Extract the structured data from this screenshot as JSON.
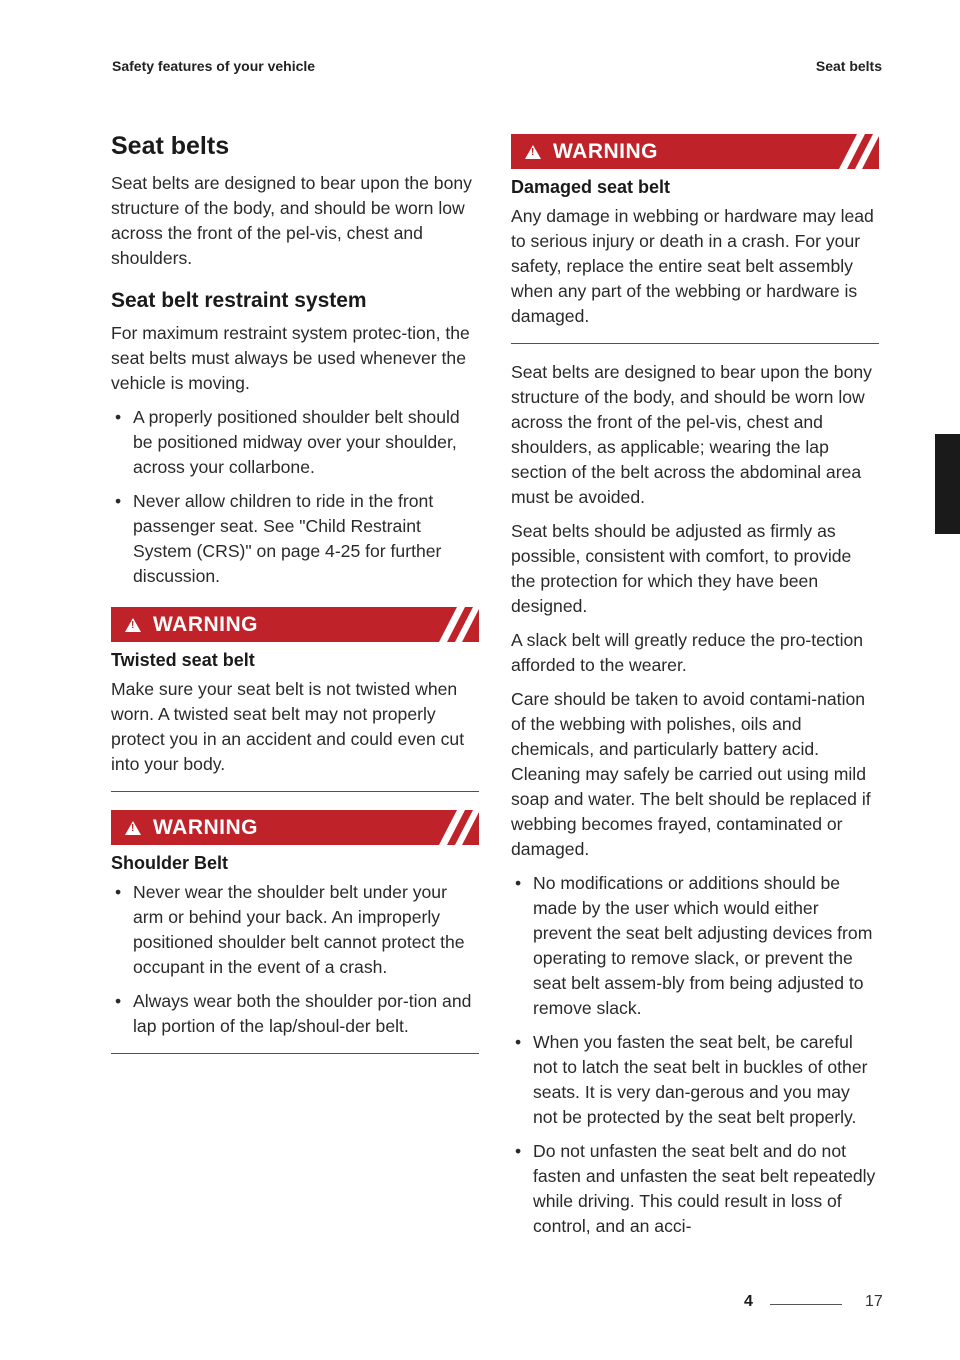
{
  "header": {
    "left": "Safety features of your vehicle",
    "right": "Seat belts"
  },
  "left_column": {
    "title": "Seat belts",
    "intro": "Seat belts are designed to bear upon the bony structure of the body, and should be worn low across the front of the pel-vis, chest and shoulders.",
    "subtitle": "Seat belt restraint system",
    "restraint_text": "For maximum restraint system protec-tion, the seat belts must always be used whenever the vehicle is moving.",
    "bullets": [
      "A properly positioned shoulder belt should be positioned midway over your shoulder, across your collarbone.",
      "Never allow children to ride in the front passenger seat. See \"Child Restraint System (CRS)\" on page 4-25 for further discussion."
    ],
    "warning1": {
      "label": "WARNING",
      "title": "Twisted seat belt",
      "text": "Make sure your seat belt is not twisted when worn. A twisted seat belt may not properly protect you in an accident and could even cut into your body."
    },
    "warning2": {
      "label": "WARNING",
      "title": "Shoulder Belt",
      "bullets": [
        "Never wear the shoulder belt under your arm or behind your back. An improperly positioned shoulder belt cannot protect the occupant in the event of a crash.",
        "Always wear both the shoulder por-tion and lap portion of the lap/shoul-der belt."
      ]
    }
  },
  "right_column": {
    "warning": {
      "label": "WARNING",
      "title": "Damaged seat belt",
      "text": "Any damage in webbing or hardware may lead to serious injury or death in a crash. For your safety, replace the entire seat belt assembly when any part of the webbing or hardware is damaged."
    },
    "paragraphs": [
      "Seat belts are designed to bear upon the bony structure of the body, and should be worn low across the front of the pel-vis, chest and shoulders, as applicable; wearing the lap section of the belt across the abdominal area must be avoided.",
      "Seat belts should be adjusted as firmly as possible, consistent with comfort, to provide the protection for which they have been designed.",
      "A slack belt will greatly reduce the pro-tection afforded to the wearer.",
      "Care should be taken to avoid contami-nation of the webbing with polishes, oils and chemicals, and particularly battery acid. Cleaning may safely be carried out using mild soap and water. The belt should be replaced if webbing becomes frayed, contaminated or damaged."
    ],
    "bullets": [
      "No modifications or additions should be made by the user which would either prevent the seat belt adjusting devices from operating to remove slack, or prevent the seat belt assem-bly from being adjusted to remove slack.",
      "When you fasten the seat belt, be careful not to latch the seat belt in buckles of other seats. It is very dan-gerous and you may not be protected by the seat belt properly.",
      "Do not unfasten the seat belt and do not fasten and unfasten the seat belt repeatedly while driving. This could result in loss of control, and an acci-"
    ]
  },
  "chapter_tab": "4",
  "footer": {
    "chapter": "4",
    "page": "17"
  },
  "colors": {
    "warning_red": "#c0222a",
    "tab_black": "#1a1a1a"
  },
  "icons": [
    "warning-triangle-icon"
  ]
}
